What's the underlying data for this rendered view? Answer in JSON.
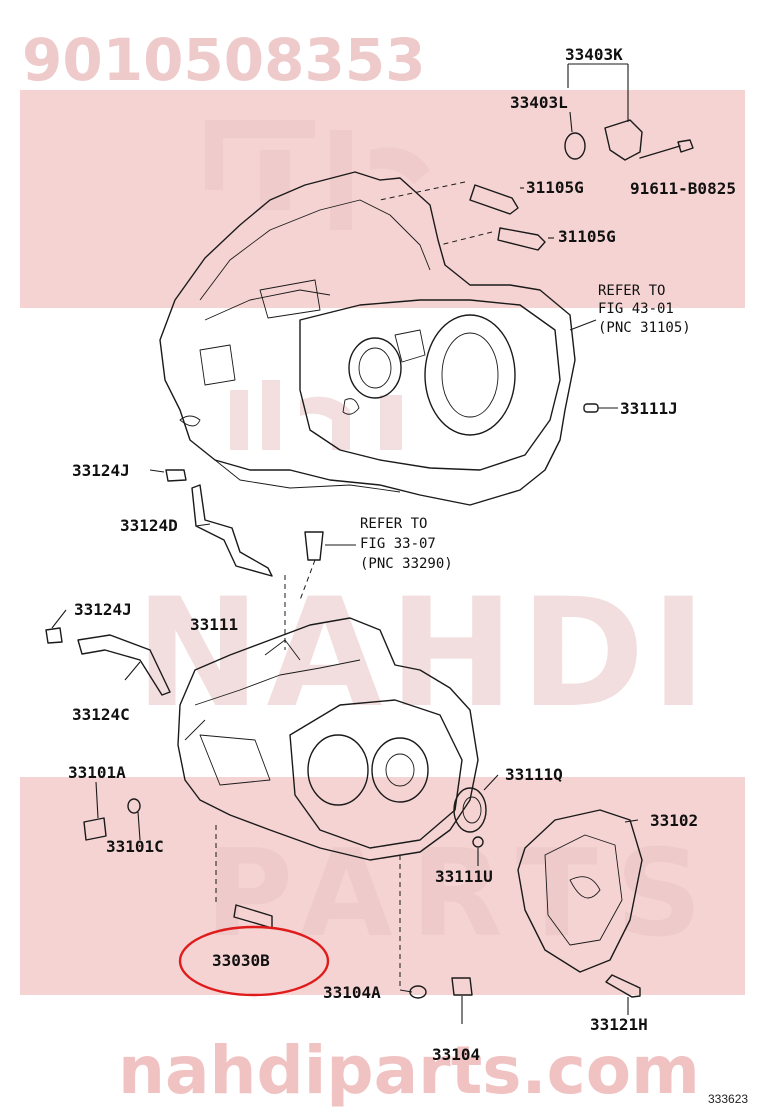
{
  "watermarks": {
    "part_number": "9010508353",
    "brand_middle": "NAHDI",
    "brand_lower": "PARTS",
    "site": "nahdiparts.com"
  },
  "labels": {
    "p33403K": "33403K",
    "p33403L": "33403L",
    "p31105G_a": "31105G",
    "p91611": "91611-B0825",
    "p31105G_b": "31105G",
    "ref1_line1": "REFER TO",
    "ref1_line2": "FIG 43-01",
    "ref1_line3": "(PNC 31105)",
    "p33111J": "33111J",
    "p33124J_a": "33124J",
    "p33124D": "33124D",
    "ref2_line1": "REFER TO",
    "ref2_line2": "FIG 33-07",
    "ref2_line3": "(PNC 33290)",
    "p33124J_b": "33124J",
    "p33111": "33111",
    "p33124C": "33124C",
    "p33101A": "33101A",
    "p33111Q": "33111Q",
    "p33102": "33102",
    "p33101C": "33101C",
    "p33111U": "33111U",
    "p33030B": "33030B",
    "p33104A": "33104A",
    "p33121H": "33121H",
    "p33104": "33104"
  },
  "figure_code": "333623",
  "highlight_color": "#e01b1b",
  "watermark_band_color": "#f6d3d3"
}
